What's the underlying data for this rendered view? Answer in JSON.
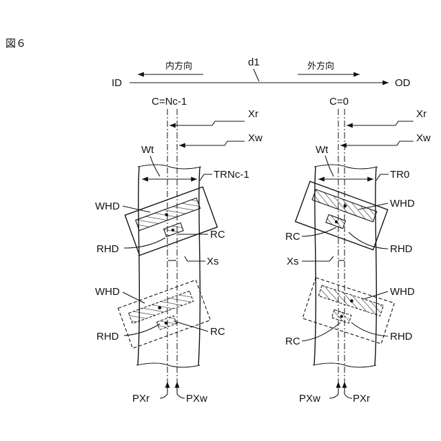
{
  "figure": {
    "label": "図６",
    "d1": "d1",
    "inward": "内方向",
    "outward": "外方向",
    "id": "ID",
    "od": "OD"
  },
  "left": {
    "cylinder": "C=Nc-1",
    "xr": "Xr",
    "xw": "Xw",
    "wt": "Wt",
    "track": "TRNc-1",
    "whd_top": "WHD",
    "rc_top": "RC",
    "rhd_top": "RHD",
    "xs": "Xs",
    "whd_bottom": "WHD",
    "rhd_bottom": "RHD",
    "rc_bottom": "RC",
    "pxr": "PXr",
    "pxw": "PXw"
  },
  "right": {
    "cylinder": "C=0",
    "xr": "Xr",
    "xw": "Xw",
    "wt": "Wt",
    "track": "TR0",
    "whd_top": "WHD",
    "rc_top": "RC",
    "rhd_top": "RHD",
    "xs": "Xs",
    "whd_bottom": "WHD",
    "rc_bottom": "RC",
    "rhd_bottom": "RHD",
    "pxw": "PXw",
    "pxr": "PXr"
  }
}
